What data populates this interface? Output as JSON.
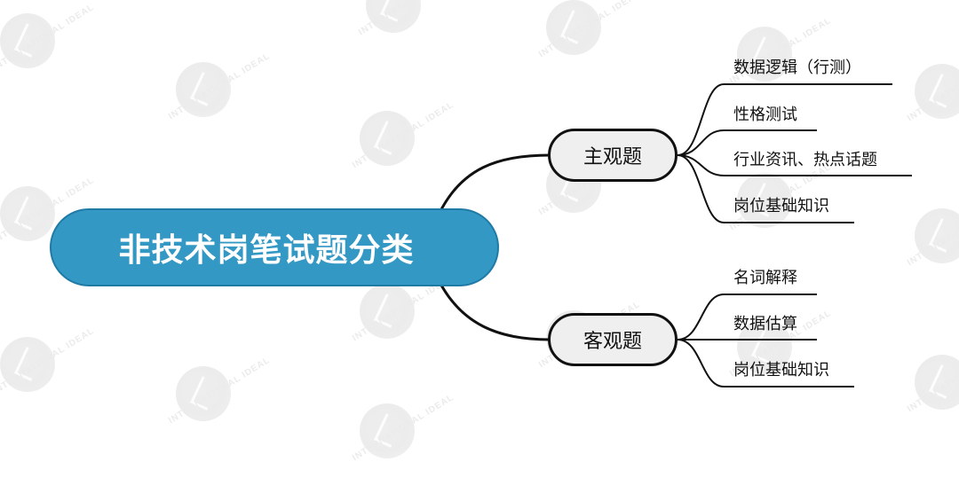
{
  "root": {
    "label": "非技术岗笔试题分类",
    "fill_color": "#3498c4",
    "border_color": "#1f7ba6"
  },
  "branches": [
    {
      "label": "主观题",
      "children": [
        {
          "label": "数据逻辑（行测）"
        },
        {
          "label": "性格测试"
        },
        {
          "label": "行业资讯、热点话题"
        },
        {
          "label": "岗位基础知识"
        }
      ]
    },
    {
      "label": "客观题",
      "children": [
        {
          "label": "名词解释"
        },
        {
          "label": "数据估算"
        },
        {
          "label": "岗位基础知识"
        }
      ]
    }
  ],
  "watermark": {
    "text": "INTERNATIONAL IDEAL"
  }
}
